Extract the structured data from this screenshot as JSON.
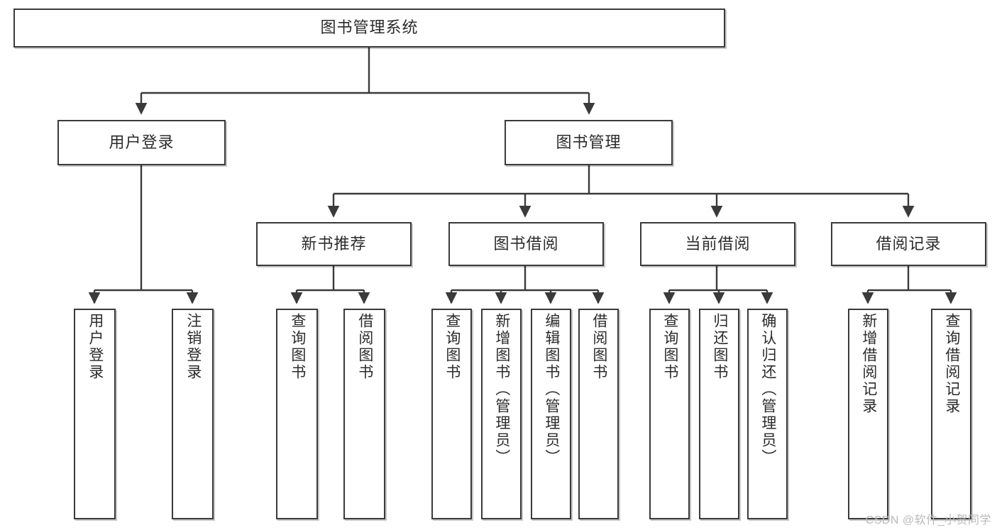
{
  "diagram": {
    "type": "tree",
    "title": "图书管理系统",
    "watermark": "CSDN @软件_小贺同学",
    "colors": {
      "box_border": "#3a3a3a",
      "box_fill": "#ffffff",
      "connector": "#3a3a3a",
      "text": "#2b2b2b",
      "watermark": "#b9b9b9"
    },
    "root": {
      "label": "图书管理系统"
    },
    "level2": [
      {
        "label": "用户登录"
      },
      {
        "label": "图书管理"
      }
    ],
    "level3": [
      {
        "label": "新书推荐"
      },
      {
        "label": "图书借阅"
      },
      {
        "label": "当前借阅"
      },
      {
        "label": "借阅记录"
      }
    ],
    "leaves": {
      "user_login": [
        {
          "label": "用户登录"
        },
        {
          "label": "注销登录"
        }
      ],
      "new_book_recommend": [
        {
          "label": "查询图书"
        },
        {
          "label": "借阅图书"
        }
      ],
      "book_borrow": [
        {
          "label": "查询图书"
        },
        {
          "label": "新增图书（管理员）"
        },
        {
          "label": "编辑图书（管理员）"
        },
        {
          "label": "借阅图书"
        }
      ],
      "current_borrow": [
        {
          "label": "查询图书"
        },
        {
          "label": "归还图书"
        },
        {
          "label": "确认归还（管理员）"
        }
      ],
      "borrow_record": [
        {
          "label": "新增借阅记录"
        },
        {
          "label": "查询借阅记录"
        }
      ]
    }
  }
}
